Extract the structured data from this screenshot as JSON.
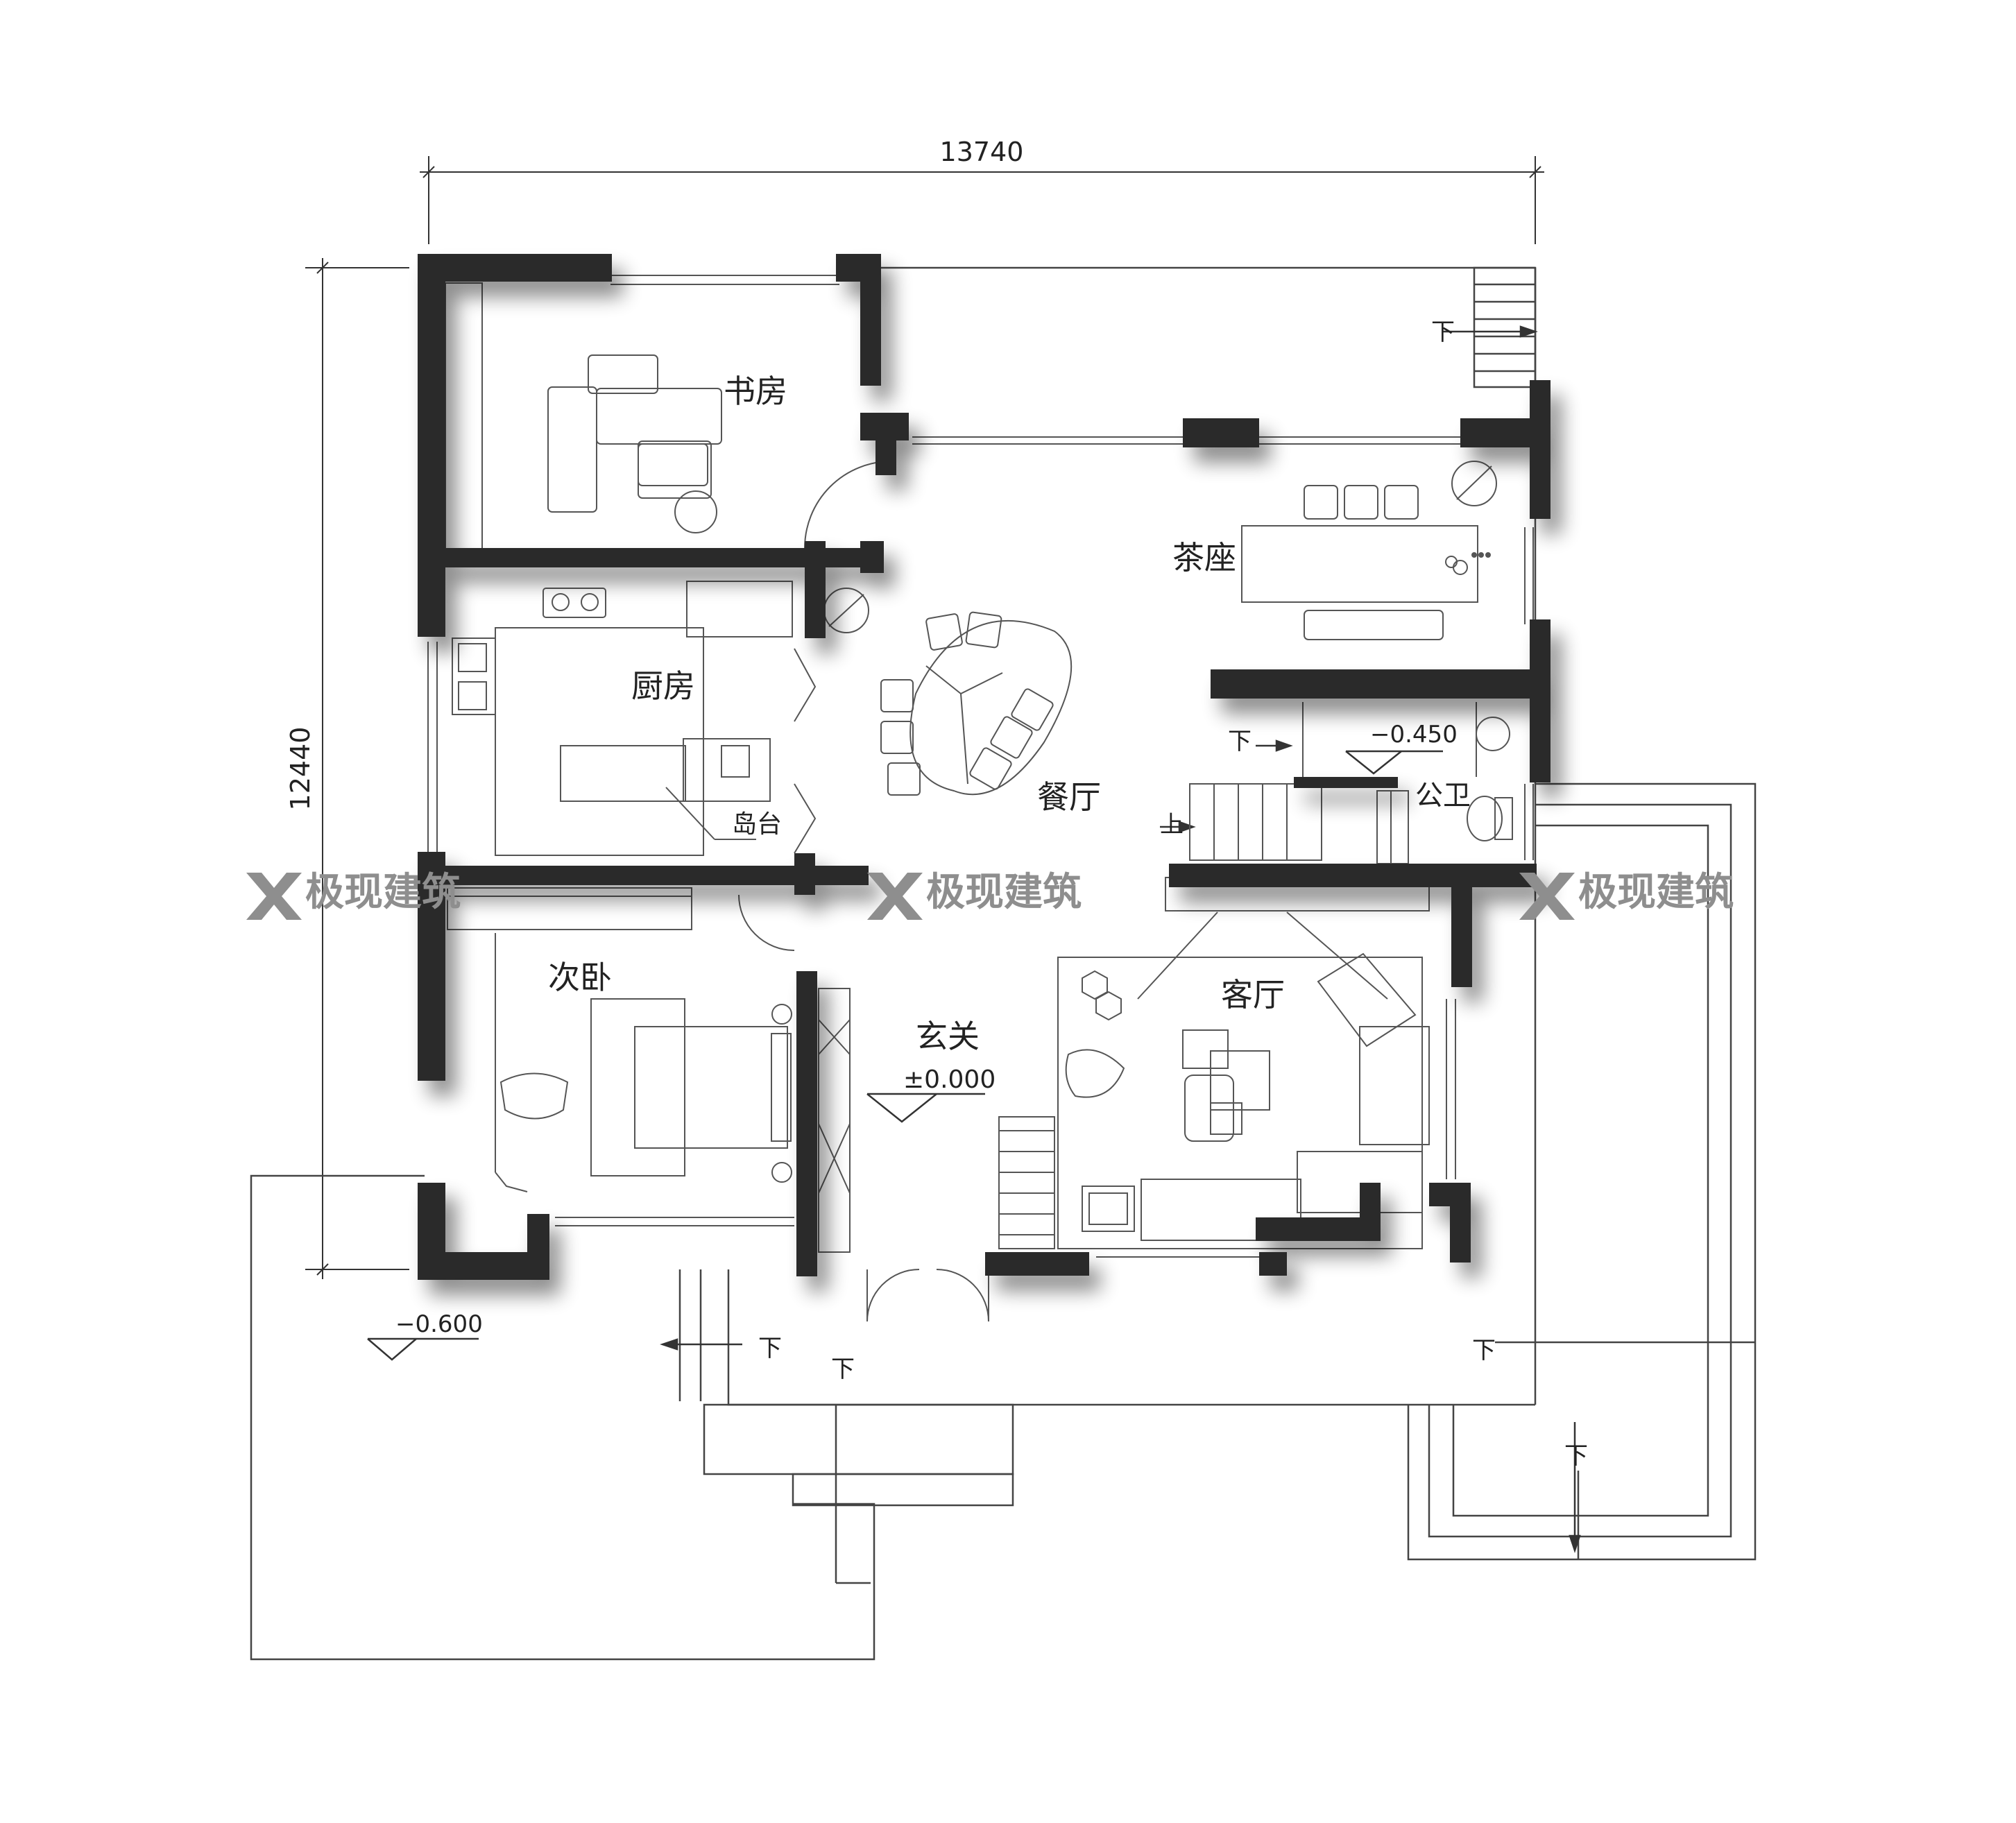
{
  "dimensions": {
    "width_label": "13740",
    "height_label": "12440"
  },
  "rooms": {
    "study": "书房",
    "kitchen": "厨房",
    "island": "岛台",
    "dining": "餐厅",
    "tea": "茶座",
    "wc": "公卫",
    "bedroom": "次卧",
    "foyer": "玄关",
    "living": "客厅"
  },
  "levels": {
    "foyer": "±0.000",
    "wc": "−0.450",
    "yard": "−0.600"
  },
  "stairs": {
    "down": "下",
    "up": "上"
  },
  "watermark": {
    "text": "极现建筑"
  },
  "colors": {
    "wall": "#2b2b2c",
    "line": "#333333",
    "watermark": "#8e8e8e"
  }
}
